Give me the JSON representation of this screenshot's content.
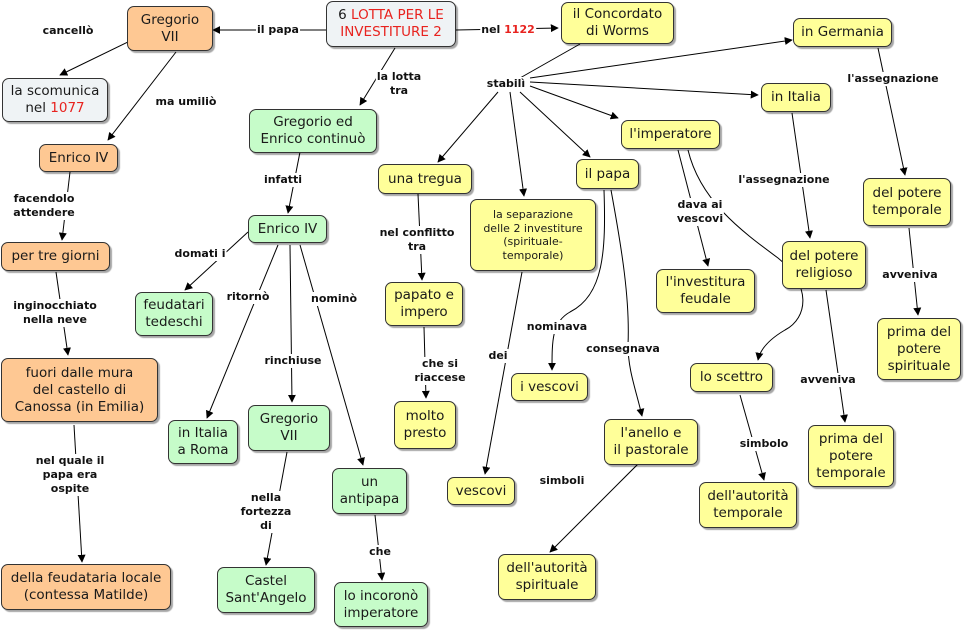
{
  "nodes": {
    "title": {
      "pre": "6 ",
      "accent": "LOTTA PER LE",
      "line2": "INVESTITURE 2"
    },
    "gregorio_vii": {
      "line1": "Gregorio",
      "line2": "VII"
    },
    "scomunica": {
      "line1": "la scomunica",
      "line2_pre": "nel ",
      "line2_accent": "1077"
    },
    "enrico_iv_left": {
      "line1": "Enrico IV"
    },
    "per_tre_giorni": {
      "line1": "per tre giorni"
    },
    "fuori_mura": {
      "line1": "fuori dalle mura",
      "line2": "del castello di",
      "line3": "Canossa (in Emilia)"
    },
    "feudataria": {
      "line1": "della feudataria locale",
      "line2": "(contessa Matilde)"
    },
    "gregorio_enrico": {
      "line1": "Gregorio ed",
      "line2": "Enrico continuò"
    },
    "enrico_iv_mid": {
      "line1": "Enrico IV"
    },
    "feudatari": {
      "line1": "feudatari",
      "line2": "tedeschi"
    },
    "italia_roma": {
      "line1": "in Italia",
      "line2": "a Roma"
    },
    "gregorio_vii_2": {
      "line1": "Gregorio",
      "line2": "VII"
    },
    "castel": {
      "line1": "Castel",
      "line2": "Sant'Angelo"
    },
    "antipapa": {
      "line1": "un",
      "line2": "antipapa"
    },
    "incoronò": {
      "line1": "lo incoronò",
      "line2": "imperatore"
    },
    "concordato": {
      "line1": "il Concordato",
      "line2": "di Worms"
    },
    "tregua": {
      "line1": "una tregua"
    },
    "papato": {
      "line1": "papato e",
      "line2": "impero"
    },
    "molto_presto": {
      "line1": "molto",
      "line2": "presto"
    },
    "separazione": {
      "line1": "la separazione",
      "line2": "delle 2 investiture",
      "line3": "(spirituale-",
      "line4": "temporale)"
    },
    "vescovi_bottom": {
      "line1": "vescovi"
    },
    "il_papa": {
      "line1": "il papa"
    },
    "i_vescovi": {
      "line1": "i vescovi"
    },
    "anello": {
      "line1": "l'anello e",
      "line2": "il pastorale"
    },
    "autorita_spir": {
      "line1": "dell'autorità",
      "line2": "spirituale"
    },
    "imperatore": {
      "line1": "l'imperatore"
    },
    "investitura": {
      "line1": "l'investitura",
      "line2": "feudale"
    },
    "scettro": {
      "line1": "lo scettro"
    },
    "autorita_temp": {
      "line1": "dell'autorità",
      "line2": "temporale"
    },
    "in_italia": {
      "line1": "in Italia"
    },
    "potere_religioso": {
      "line1": "del potere",
      "line2": "religioso"
    },
    "prima_temporale": {
      "line1": "prima del",
      "line2": "potere",
      "line3": "temporale"
    },
    "in_germania": {
      "line1": "in Germania"
    },
    "potere_temporale": {
      "line1": "del potere",
      "line2": "temporale"
    },
    "prima_spirituale": {
      "line1": "prima del",
      "line2": "potere",
      "line3": "spirituale"
    }
  },
  "labels": {
    "il_papa": "il papa",
    "nel_1122_pre": "nel ",
    "nel_1122_accent": "1122",
    "cancello": "cancellò",
    "ma_umilio": "ma umiliò",
    "facendolo_1": "facendolo",
    "facendolo_2": "attendere",
    "inginocchiato_1": "inginocchiato",
    "inginocchiato_2": "nella neve",
    "nel_quale_1": "nel quale il",
    "nel_quale_2": "papa era",
    "nel_quale_3": "ospite",
    "la_lotta_1": "la lotta",
    "la_lotta_2": "tra",
    "infatti": "infatti",
    "domati": "domati i",
    "ritorno": "ritornò",
    "rinchiuse": "rinchiuse",
    "nomino": "nominò",
    "nella_fortezza_1": "nella",
    "nella_fortezza_2": "fortezza",
    "nella_fortezza_3": "di",
    "che": "che",
    "stabili": "stabilì",
    "nel_conflitto_1": "nel conflitto",
    "nel_conflitto_2": "tra",
    "che_si_1": "che si",
    "che_si_2": "riaccese",
    "dei": "dei",
    "nominava": "nominava",
    "consegnava": "consegnava",
    "simboli": "simboli",
    "dava_1": "dava ai",
    "dava_2": "vescovi",
    "simbolo": "simbolo",
    "assegnazione_it": "l'assegnazione",
    "avveniva_it": "avveniva",
    "assegnazione_ge": "l'assegnazione",
    "avveniva_ge": "avveniva"
  }
}
